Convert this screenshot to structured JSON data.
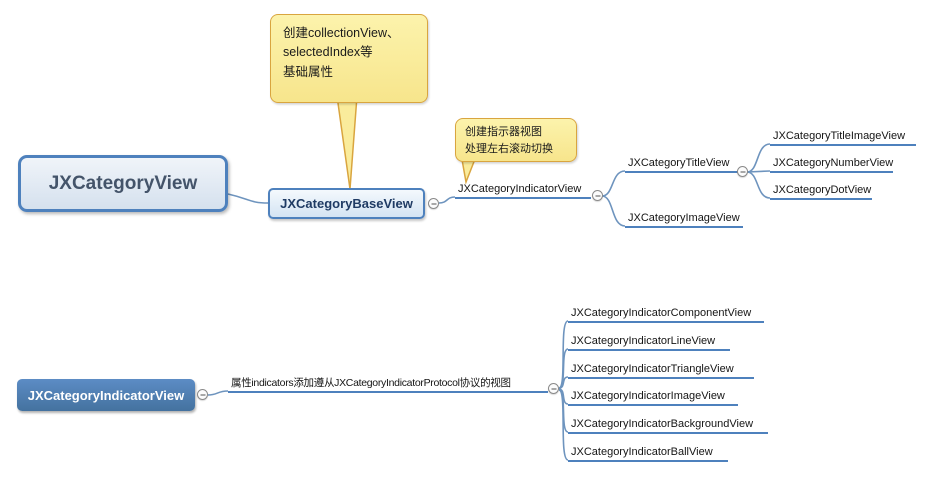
{
  "app": {
    "type": "mindmap-canvas"
  },
  "colors": {
    "connector": "#6E94BE",
    "node_border": "#4E81BD",
    "underline": "#4E81BD",
    "callout_bg": "#FAEC9C",
    "callout_border": "#D9A53F",
    "root_text": "#44546A",
    "box_text": "#1F3B64",
    "bottom_root_bg": "#4E81BD",
    "bottom_root_text": "#FFFFFF"
  },
  "top_map": {
    "root_label": "JXCategoryView",
    "base_label": "JXCategoryBaseView",
    "base_callout_lines": [
      "创建collectionView、",
      "selectedIndex等",
      "基础属性"
    ],
    "indicator_label": "JXCategoryIndicatorView",
    "indicator_callout_lines": [
      "创建指示器视图",
      "处理左右滚动切换"
    ],
    "title_view_label": "JXCategoryTitleView",
    "image_view_label": "JXCategoryImageView",
    "title_children": [
      "JXCategoryTitleImageView",
      "JXCategoryNumberView",
      "JXCategoryDotView"
    ]
  },
  "bottom_map": {
    "root_label": "JXCategoryIndicatorView",
    "branch_label": "属性indicators添加遵从JXCategoryIndicatorProtocol协议的视图",
    "children": [
      "JXCategoryIndicatorComponentView",
      "JXCategoryIndicatorLineView",
      "JXCategoryIndicatorTriangleView",
      "JXCategoryIndicatorImageView",
      "JXCategoryIndicatorBackgroundView",
      "JXCategoryIndicatorBallView"
    ]
  }
}
